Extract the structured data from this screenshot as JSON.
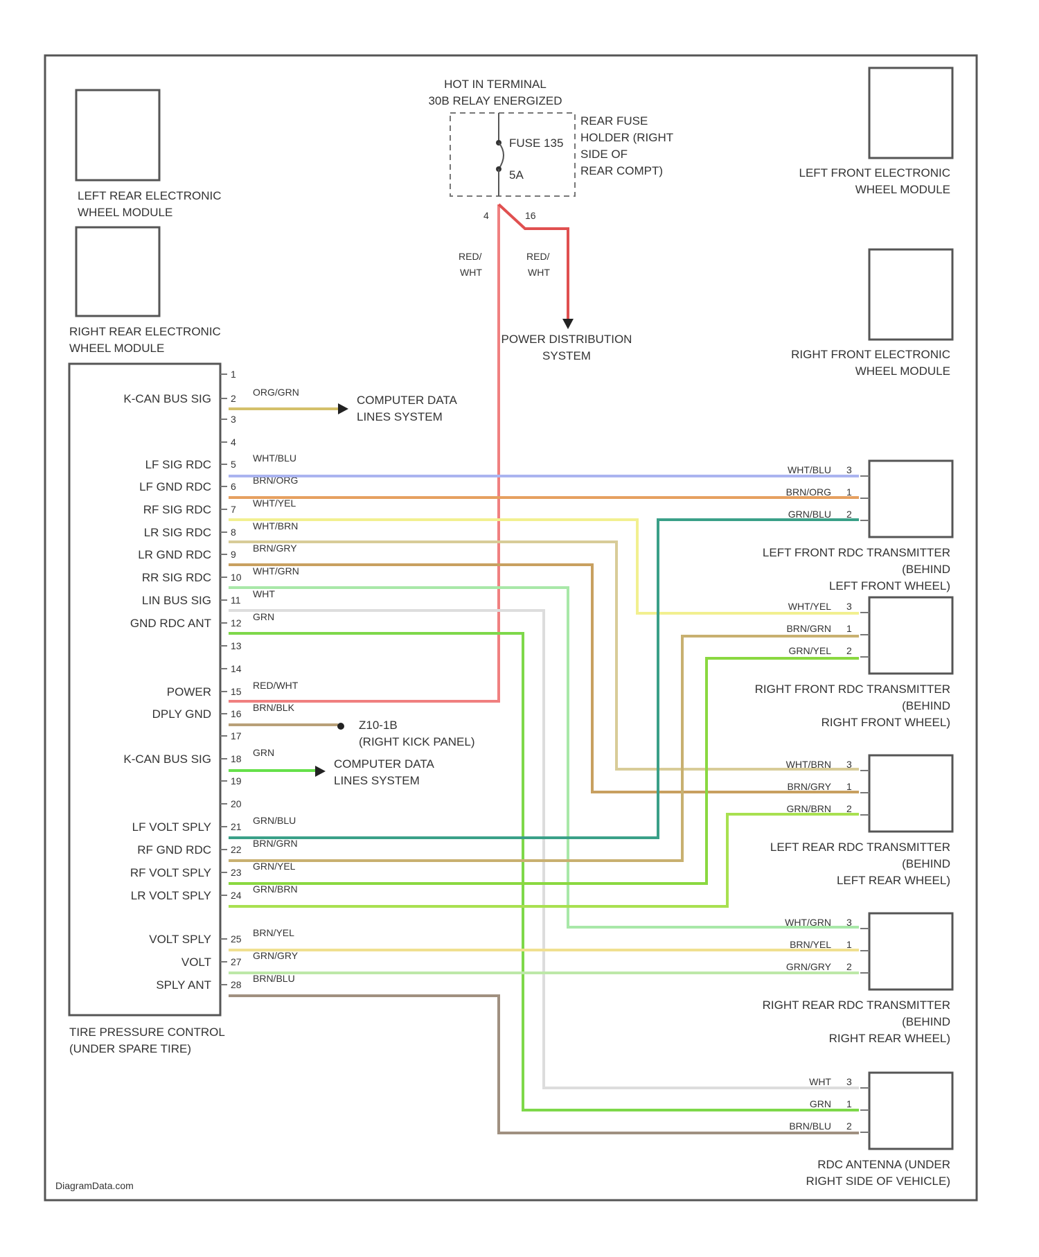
{
  "power_source": {
    "title_line1": "HOT IN TERMINAL",
    "title_line2": "30B RELAY ENERGIZED",
    "fuse_name": "FUSE 135",
    "fuse_rating": "5A",
    "holder_line1": "REAR FUSE",
    "holder_line2": "HOLDER (RIGHT",
    "holder_line3": "SIDE OF",
    "holder_line4": "REAR COMPT)",
    "pin_left": "4",
    "pin_right": "16",
    "wire_left_1": "RED/",
    "wire_left_2": "WHT",
    "wire_right_1": "RED/",
    "wire_right_2": "WHT",
    "pds_line1": "POWER DISTRIBUTION",
    "pds_line2": "SYSTEM"
  },
  "modules": {
    "left_rear_ewm_1": "LEFT REAR ELECTRONIC",
    "left_rear_ewm_2": "WHEEL MODULE",
    "right_rear_ewm_1": "RIGHT REAR ELECTRONIC",
    "right_rear_ewm_2": "WHEEL MODULE",
    "left_front_ewm_1": "LEFT FRONT ELECTRONIC",
    "left_front_ewm_2": "WHEEL MODULE",
    "right_front_ewm_1": "RIGHT FRONT ELECTRONIC",
    "right_front_ewm_2": "WHEEL MODULE"
  },
  "control": {
    "label_1": "TIRE PRESSURE CONTROL",
    "label_2": "(UNDER SPARE TIRE)",
    "pins": [
      {
        "num": "1",
        "name": "",
        "wire": ""
      },
      {
        "num": "2",
        "name": "K-CAN BUS SIG",
        "wire": "ORG/GRN"
      },
      {
        "num": "3",
        "name": "",
        "wire": ""
      },
      {
        "num": "4",
        "name": "",
        "wire": ""
      },
      {
        "num": "5",
        "name": "LF SIG RDC",
        "wire": "WHT/BLU"
      },
      {
        "num": "6",
        "name": "LF GND RDC",
        "wire": "BRN/ORG"
      },
      {
        "num": "7",
        "name": "RF SIG RDC",
        "wire": "WHT/YEL"
      },
      {
        "num": "8",
        "name": "LR SIG RDC",
        "wire": "WHT/BRN"
      },
      {
        "num": "9",
        "name": "LR GND RDC",
        "wire": "BRN/GRY"
      },
      {
        "num": "10",
        "name": "RR SIG RDC",
        "wire": "WHT/GRN"
      },
      {
        "num": "11",
        "name": "LIN BUS SIG",
        "wire": "WHT"
      },
      {
        "num": "12",
        "name": "GND RDC ANT",
        "wire": "GRN"
      },
      {
        "num": "13",
        "name": "",
        "wire": ""
      },
      {
        "num": "14",
        "name": "",
        "wire": ""
      },
      {
        "num": "15",
        "name": "POWER",
        "wire": "RED/WHT"
      },
      {
        "num": "16",
        "name": "DPLY GND",
        "wire": "BRN/BLK"
      },
      {
        "num": "17",
        "name": "",
        "wire": ""
      },
      {
        "num": "18",
        "name": "K-CAN BUS SIG",
        "wire": "GRN"
      },
      {
        "num": "19",
        "name": "",
        "wire": ""
      },
      {
        "num": "20",
        "name": "",
        "wire": ""
      },
      {
        "num": "21",
        "name": "LF VOLT SPLY",
        "wire": "GRN/BLU"
      },
      {
        "num": "22",
        "name": "RF GND RDC",
        "wire": "BRN/GRN"
      },
      {
        "num": "23",
        "name": "RF VOLT SPLY",
        "wire": "GRN/YEL"
      },
      {
        "num": "24",
        "name": "LR VOLT SPLY",
        "wire": "GRN/BRN"
      },
      {
        "num": "25",
        "name": "VOLT SPLY",
        "wire": "BRN/YEL"
      },
      {
        "num": "27",
        "name": "VOLT",
        "wire": "GRN/GRY"
      },
      {
        "num": "28",
        "name": "SPLY ANT",
        "wire": "BRN/BLU"
      }
    ]
  },
  "destinations": {
    "cds_1a": "COMPUTER DATA",
    "cds_1b": "LINES SYSTEM",
    "cds_2a": "COMPUTER DATA",
    "cds_2b": "LINES SYSTEM",
    "ground_id": "Z10-1B",
    "ground_loc": "(RIGHT KICK PANEL)"
  },
  "transmitters": [
    {
      "line1": "LEFT FRONT RDC TRANSMITTER",
      "line2": "(BEHIND",
      "line3": "LEFT FRONT WHEEL)",
      "pins": [
        {
          "wire": "WHT/BLU",
          "num": "3"
        },
        {
          "wire": "BRN/ORG",
          "num": "1"
        },
        {
          "wire": "GRN/BLU",
          "num": "2"
        }
      ]
    },
    {
      "line1": "RIGHT FRONT RDC TRANSMITTER",
      "line2": "(BEHIND",
      "line3": "RIGHT FRONT WHEEL)",
      "pins": [
        {
          "wire": "WHT/YEL",
          "num": "3"
        },
        {
          "wire": "BRN/GRN",
          "num": "1"
        },
        {
          "wire": "GRN/YEL",
          "num": "2"
        }
      ]
    },
    {
      "line1": "LEFT REAR RDC TRANSMITTER",
      "line2": "(BEHIND",
      "line3": "LEFT REAR WHEEL)",
      "pins": [
        {
          "wire": "WHT/BRN",
          "num": "3"
        },
        {
          "wire": "BRN/GRY",
          "num": "1"
        },
        {
          "wire": "GRN/BRN",
          "num": "2"
        }
      ]
    },
    {
      "line1": "RIGHT REAR RDC TRANSMITTER",
      "line2": "(BEHIND",
      "line3": "RIGHT REAR WHEEL)",
      "pins": [
        {
          "wire": "WHT/GRN",
          "num": "3"
        },
        {
          "wire": "BRN/YEL",
          "num": "1"
        },
        {
          "wire": "GRN/GRY",
          "num": "2"
        }
      ]
    },
    {
      "line1": "RDC ANTENNA (UNDER",
      "line2": "RIGHT SIDE OF VEHICLE)",
      "line3": "",
      "pins": [
        {
          "wire": "WHT",
          "num": "3"
        },
        {
          "wire": "GRN",
          "num": "1"
        },
        {
          "wire": "BRN/BLU",
          "num": "2"
        }
      ]
    }
  ],
  "watermark": "DiagramData.com"
}
